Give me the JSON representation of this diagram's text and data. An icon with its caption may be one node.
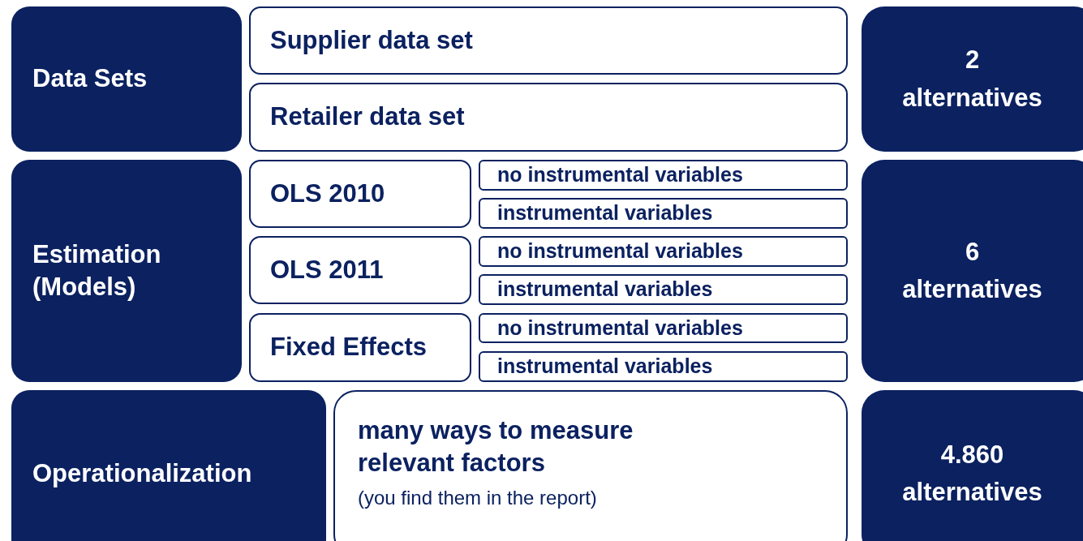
{
  "diagram": {
    "nodes": [
      {
        "text": [
          "Data Sets"
        ]
      },
      {
        "text": [
          "Supplier data set"
        ]
      },
      {
        "text": [
          "Retailer data set"
        ]
      },
      {
        "text": [
          "2 alternatives"
        ]
      },
      {
        "text": [
          "Estimation (Models)"
        ]
      },
      {
        "text": [
          "OLS 2010"
        ]
      },
      {
        "text": [
          "no instrumental variables"
        ]
      },
      {
        "text": [
          "instrumental variables"
        ]
      },
      {
        "text": [
          "OLS 2011"
        ]
      },
      {
        "text": [
          "no instrumental variables"
        ]
      },
      {
        "text": [
          "instrumental variables"
        ]
      },
      {
        "text": [
          "Fixed Effects"
        ]
      },
      {
        "text": [
          "no instrumental variables"
        ]
      },
      {
        "text": [
          "instrumental variables"
        ]
      },
      {
        "text": [
          "6 alternatives"
        ]
      },
      {
        "text": [
          "Operationalization"
        ]
      },
      {
        "text": [
          "many ways to measure relevant factors",
          "(you find them in the report)"
        ]
      },
      {
        "text": [
          "4.860 alternatives"
        ]
      }
    ]
  }
}
